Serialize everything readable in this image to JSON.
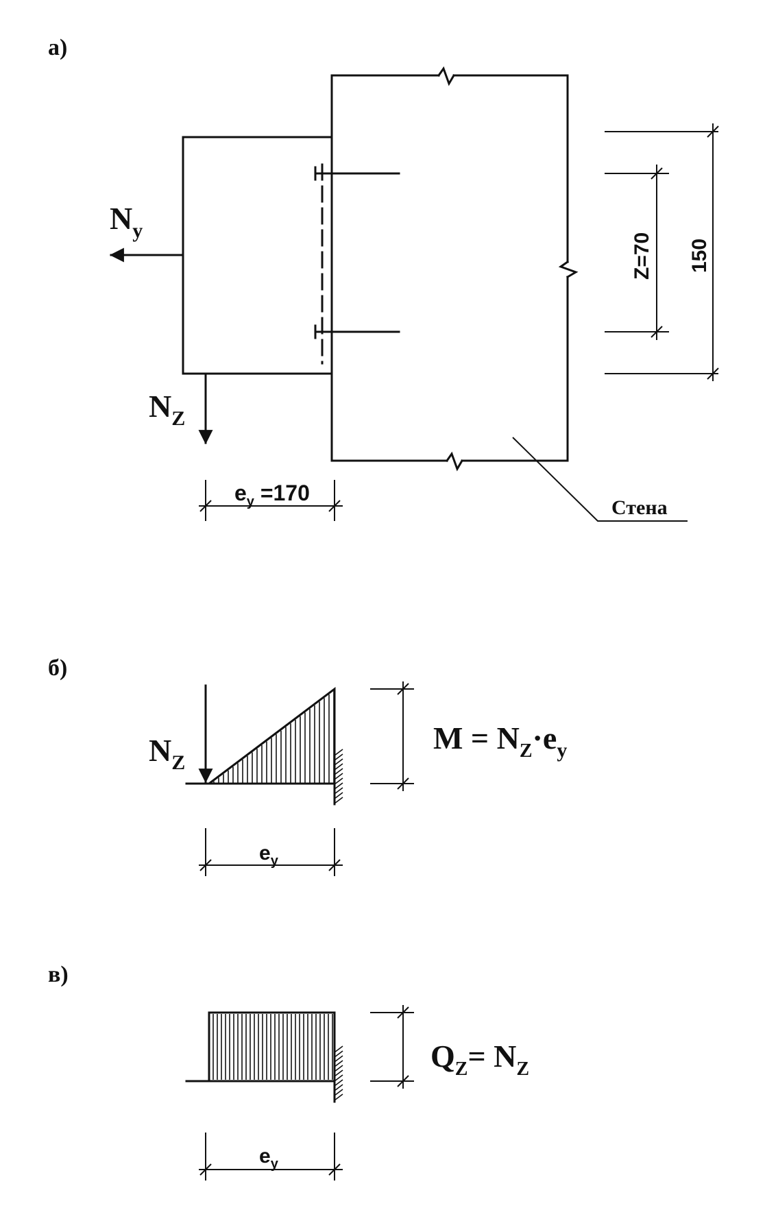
{
  "panel_a": {
    "label": "а)",
    "force_y": "N",
    "force_y_sub": "y",
    "force_z": "N",
    "force_z_sub": "Z",
    "dim_ey": "e",
    "dim_ey_sub": "y",
    "dim_ey_value": " =170",
    "dim_z": "Z=70",
    "dim_total": "150",
    "wall_label": "Стена"
  },
  "panel_b": {
    "label": "б)",
    "force": "N",
    "force_sub": "Z",
    "dim": "e",
    "dim_sub": "y",
    "formula_lhs": "M = N",
    "formula_sub1": "Z",
    "formula_mid": "·e",
    "formula_sub2": "y"
  },
  "panel_c": {
    "label": "в)",
    "dim": "e",
    "dim_sub": "y",
    "formula_q": "Q",
    "formula_q_sub": "Z",
    "formula_eq": "= N",
    "formula_n_sub": "Z"
  }
}
